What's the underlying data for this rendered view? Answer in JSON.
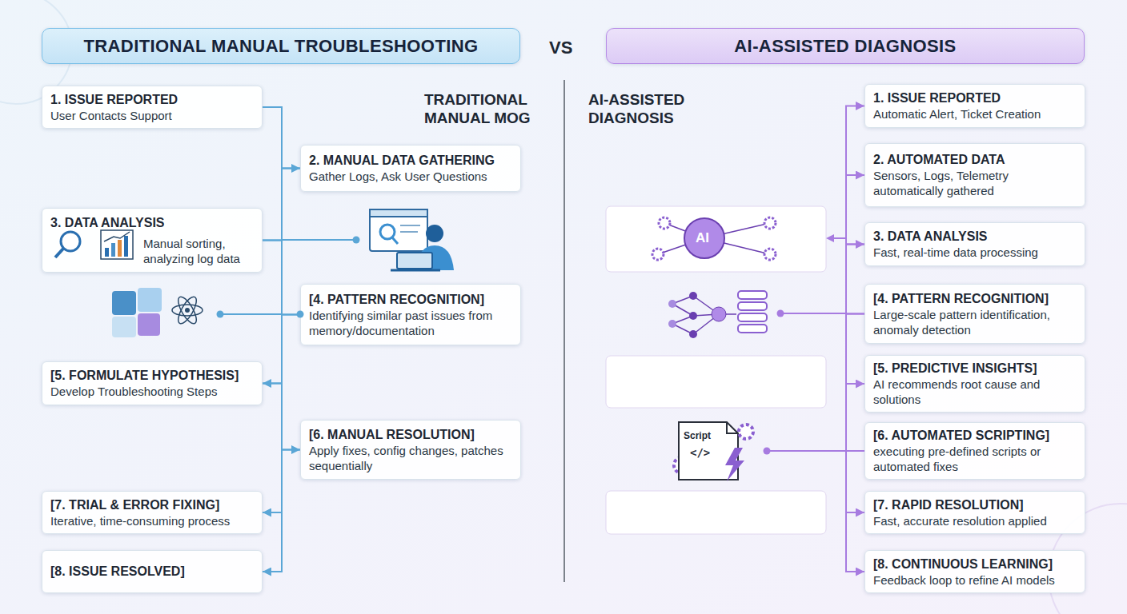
{
  "diagram": {
    "nodes": [
      {
        "text": [
          "TRADITIONAL MANUAL TROUBLESHOOTING"
        ]
      },
      {
        "text": [
          "AI-ASSISTED DIAGNOSIS"
        ]
      },
      {
        "text": [
          "1. ISSUE REPORTED",
          "User Contacts Support"
        ]
      },
      {
        "text": [
          "2. MANUAL DATA GATHERING",
          "Gather Logs, Ask User Questions"
        ]
      },
      {
        "text": [
          "3. DATA ANALYSIS",
          "Manual sorting, analyzing log data"
        ]
      },
      {
        "text": [
          "[4. PATTERN RECOGNITION]",
          "Identifying similar past issues from memory/documentation"
        ]
      },
      {
        "text": [
          "[5. FORMULATE HYPOTHESIS]",
          "Develop Troubleshooting Steps"
        ]
      },
      {
        "text": [
          "[6. MANUAL RESOLUTION]",
          "Apply fixes, config changes, patches sequentially"
        ]
      },
      {
        "text": [
          "[7. TRIAL & ERROR FIXING]",
          "Iterative, time-consuming process"
        ]
      },
      {
        "text": [
          "[8. ISSUE RESOLVED]"
        ]
      },
      {
        "text": [
          "1. ISSUE REPORTED",
          "Automatic Alert, Ticket Creation"
        ]
      },
      {
        "text": [
          "2. AUTOMATED DATA",
          "Sensors, Logs, Telemetry automatically gathered"
        ]
      },
      {
        "text": [
          "3. DATA ANALYSIS",
          "Fast, real-time data processing"
        ]
      },
      {
        "text": [
          "[4. PATTERN RECOGNITION]",
          "Large-scale pattern identification, anomaly detection"
        ]
      },
      {
        "text": [
          "[5. PREDICTIVE INSIGHTS]",
          "AI recommends root cause and solutions"
        ]
      },
      {
        "text": [
          "[6. AUTOMATED SCRIPTING]",
          "executing pre-defined scripts or automated fixes"
        ]
      },
      {
        "text": [
          "[7. RAPID RESOLUTION]",
          "Fast, accurate resolution applied"
        ]
      },
      {
        "text": [
          "[8. CONTINUOUS LEARNING]",
          "Feedback loop to refine AI models"
        ]
      }
    ],
    "edges": [
      {
        "from": 2,
        "to": 3,
        "arrow": "to"
      },
      {
        "from": 3,
        "to": 4,
        "arrow": "none"
      },
      {
        "from": 4,
        "to": 5,
        "arrow": "none"
      },
      {
        "from": 5,
        "to": 6,
        "arrow": "to"
      },
      {
        "from": 6,
        "to": 7,
        "arrow": "to"
      },
      {
        "from": 7,
        "to": 8,
        "arrow": "to"
      },
      {
        "from": 8,
        "to": 9,
        "arrow": "to"
      },
      {
        "from": 10,
        "to": 11,
        "arrow": "both"
      },
      {
        "from": 11,
        "to": 12,
        "arrow": "to"
      },
      {
        "from": 12,
        "to": 13,
        "arrow": "none"
      },
      {
        "from": 13,
        "to": 14,
        "arrow": "to"
      },
      {
        "from": 14,
        "to": 15,
        "arrow": "none"
      },
      {
        "from": 15,
        "to": 16,
        "arrow": "to"
      },
      {
        "from": 16,
        "to": 17,
        "arrow": "to"
      }
    ],
    "labels": [
      "VS",
      "TRADITIONAL MANUAL MOG",
      "AI-ASSISTED DIAGNOSIS",
      "AI",
      "Script",
      "</>"
    ]
  }
}
